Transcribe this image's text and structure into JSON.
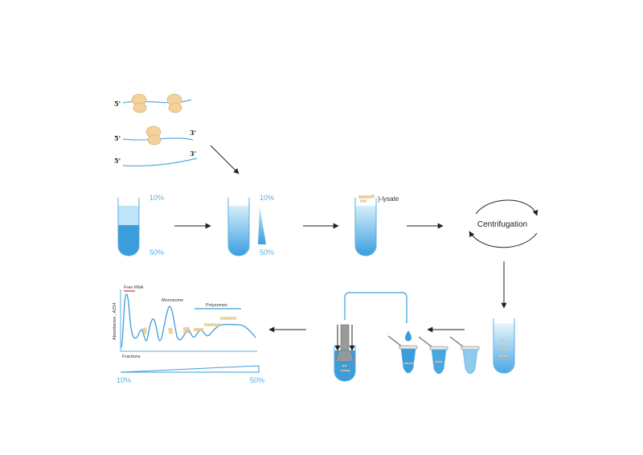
{
  "mrna": {
    "five_prime": "5'",
    "three_prime": "3'"
  },
  "gradient": {
    "top_percent": "10%",
    "bottom_percent": "50%"
  },
  "lysate_label": "}-lysate",
  "centrifugation_label": "Centrifugation",
  "profile": {
    "free_rna_label": "Free RNA",
    "monosome_label": "Monosome",
    "polysomes_label": "Polysomes",
    "y_axis_label": "Absorbance , A254",
    "x_axis_label": "Fractions",
    "gradient_start": "10%",
    "gradient_end": "50%"
  },
  "colors": {
    "blue": "#3b9ddb",
    "light_blue": "#bfe3f7",
    "ribosome": "#f3d39b",
    "ribosome_stroke": "#c9a36a",
    "line": "#2c2c2c",
    "free_rna": "#d94a4a"
  }
}
